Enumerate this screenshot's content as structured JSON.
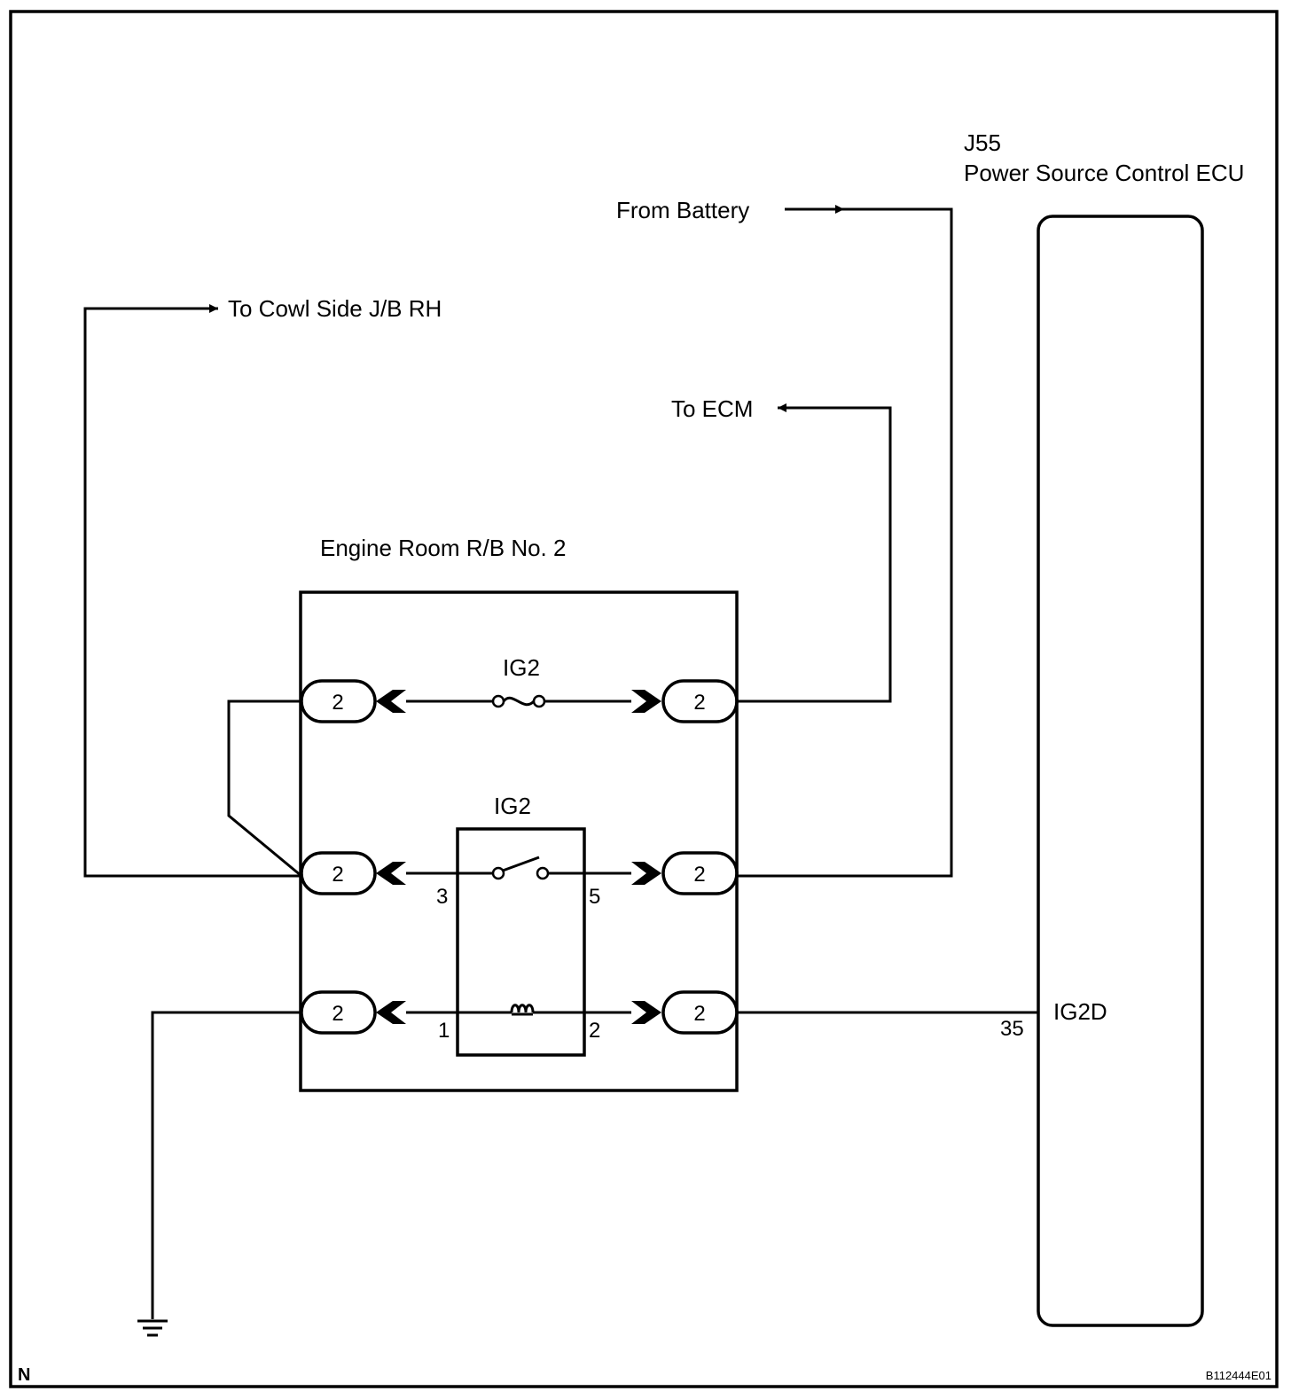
{
  "ecu": {
    "code": "J55",
    "name": "Power Source Control ECU",
    "terminal_number": "35",
    "terminal_name": "IG2D"
  },
  "relay_block": {
    "name": "Engine Room R/B No. 2",
    "fuse_label": "IG2",
    "relay_label": "IG2",
    "relay_pins": {
      "p3": "3",
      "p5": "5",
      "p1": "1",
      "p2": "2"
    },
    "connector_label": "2"
  },
  "feeds": {
    "from_battery": "From Battery",
    "to_cowl": "To Cowl Side J/B RH",
    "to_ecm": "To ECM"
  },
  "footer": {
    "corner_letter": "N",
    "figure_code": "B112444E01"
  }
}
